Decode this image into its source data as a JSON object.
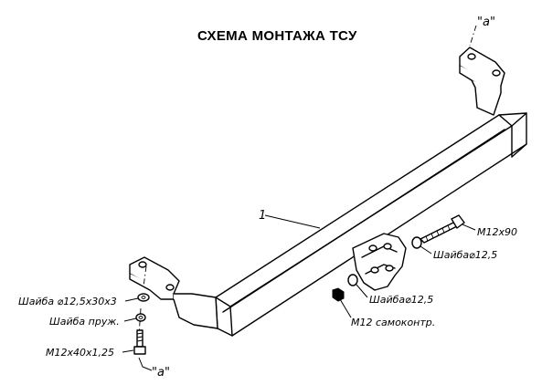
{
  "title": "СХЕМА МОНТАЖА ТСУ",
  "labels": {
    "part_number": "1",
    "bolt_m12x90": "M12x90",
    "washer_right_top": "Шайба⌀12,5",
    "washer_right_bottom": "Шайба⌀12,5",
    "nut_m12": "M12  самоконтр.",
    "washer_flat_left": "Шайба  ⌀12,5x30x3",
    "washer_spring_left": "Шайба  пруж.",
    "bolt_m12x40": "M12x40x1,25",
    "view_a_top": "\"а\"",
    "view_a_bottom": "\"а\""
  }
}
